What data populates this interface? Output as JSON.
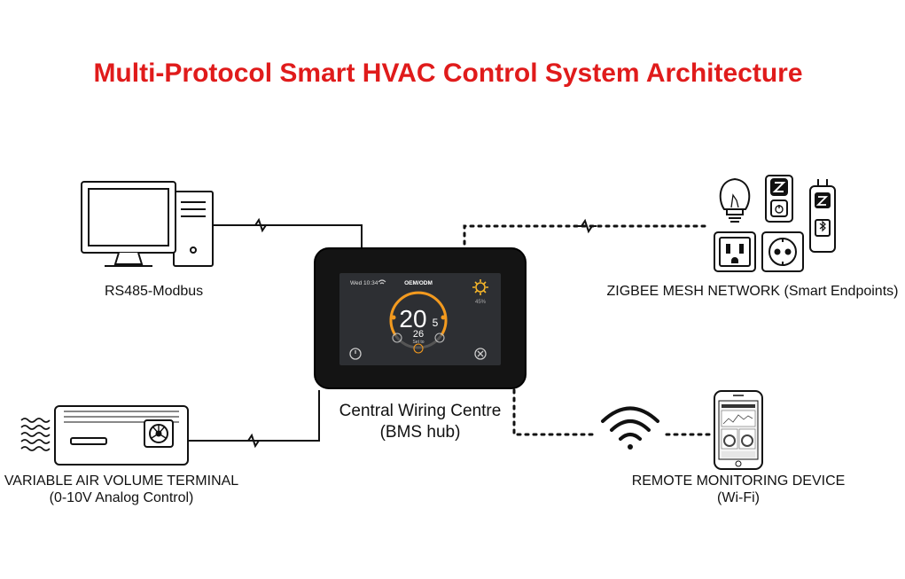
{
  "title": "Multi-Protocol Smart HVAC Control System Architecture",
  "nodes": {
    "pc": {
      "label": "RS485-Modbus",
      "icon": "desktop-computer-icon"
    },
    "vav": {
      "label_line1": "VARIABLE AIR VOLUME TERMINAL",
      "label_line2": "(0-10V Analog Control)",
      "icon": "vav-terminal-icon"
    },
    "hub": {
      "label_line1": "Central Wiring Centre",
      "label_line2": "(BMS hub)"
    },
    "zigbee": {
      "label": "ZIGBEE MESH NETWORK (Smart Endpoints)",
      "icon": "zigbee-endpoints-icon"
    },
    "remote": {
      "label_line1": "REMOTE MONITORING DEVICE",
      "label_line2": "(Wi-Fi)",
      "icon": "smartphone-icon"
    }
  },
  "thermostat": {
    "datetime": "Wed 10:34",
    "brand": "OEM/ODM",
    "temp_main": "20",
    "temp_decimal": "5",
    "setpoint": "26",
    "set_label": "Set to",
    "humidity": "45%"
  },
  "colors": {
    "title": "#e01b1b",
    "accent_orange": "#f39a1e",
    "screen_bg": "#2d2f33",
    "bezel": "#141414",
    "line": "#111111"
  }
}
